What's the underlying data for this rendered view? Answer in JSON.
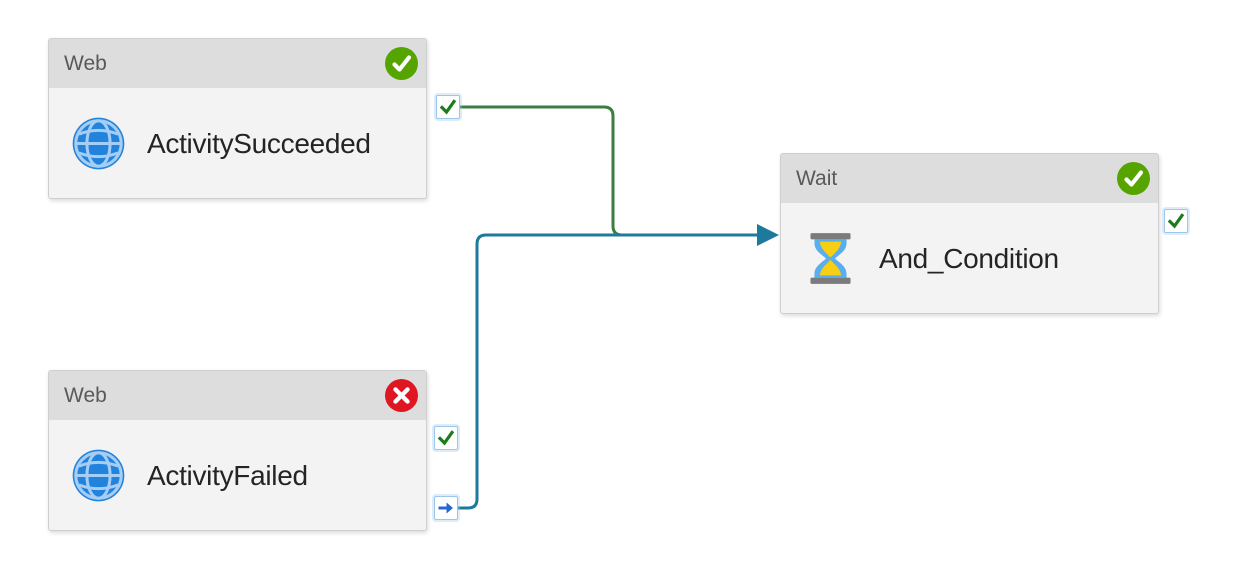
{
  "nodes": [
    {
      "type": "Web",
      "name": "ActivitySucceeded",
      "status": "Succeeded"
    },
    {
      "type": "Web",
      "name": "ActivityFailed",
      "status": "Failed"
    },
    {
      "type": "Wait",
      "name": "And_Condition",
      "status": "Succeeded"
    }
  ],
  "connectors": [
    {
      "from": "ActivitySucceeded",
      "from_port": "on-success",
      "to": "And_Condition",
      "color": "#3d7e40"
    },
    {
      "from": "ActivityFailed",
      "from_port": "on-completion",
      "to": "And_Condition",
      "color": "#1e7a9c"
    }
  ],
  "colors": {
    "status_succeeded": "#55a400",
    "status_failed": "#de1723",
    "badge_glyph": "#ffffff",
    "port_check_green": "#1c7c1c",
    "port_arrow_blue": "#2468d4",
    "globe_blue": "#2283dc",
    "globe_lines": "#a6cdf4",
    "hourglass_frame": "#7b7b7b",
    "hourglass_glass": "#58aeee",
    "hourglass_sand": "#f6ce13",
    "header_bg": "#dddddd",
    "body_bg": "#f3f3f3",
    "node_border": "#cfcfcf",
    "header_text": "#595959",
    "name_text": "#242424",
    "canvas_bg": "#ffffff"
  }
}
